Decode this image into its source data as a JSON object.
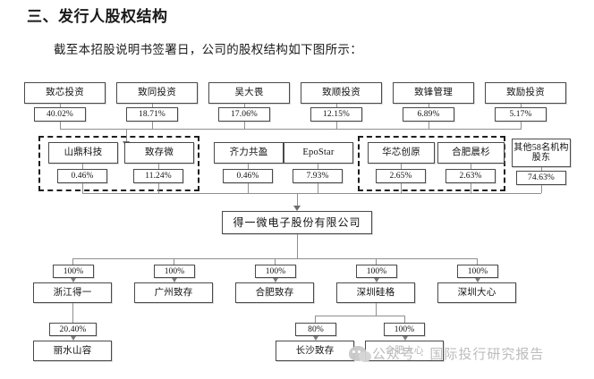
{
  "document": {
    "title": "三、发行人股权结构",
    "subtitle": "截至本招股说明书签署日，公司的股权结构如下图所示："
  },
  "chart": {
    "type": "org-ownership-diagram",
    "company": {
      "label": "得一微电子股份有限公司"
    },
    "top_shareholders": [
      {
        "name": "致芯投资",
        "pct": "40.02%"
      },
      {
        "name": "致同投资",
        "pct": "18.71%"
      },
      {
        "name": "吴大畏",
        "pct": "17.06%"
      },
      {
        "name": "致顺投资",
        "pct": "12.15%"
      },
      {
        "name": "致锋管理",
        "pct": "6.89%"
      },
      {
        "name": "致励投资",
        "pct": "5.17%"
      }
    ],
    "direct_shareholders": [
      {
        "name": "山鼎科技",
        "pct": "0.46%",
        "group": "employee-platform"
      },
      {
        "name": "致存微",
        "pct": "11.24%",
        "group": "employee-platform"
      },
      {
        "name": "齐力共盈",
        "pct": "0.46%",
        "group": "none"
      },
      {
        "name": "EpoStar",
        "pct": "7.93%",
        "group": "none"
      },
      {
        "name": "华芯创原",
        "pct": "2.65%",
        "group": "institutional"
      },
      {
        "name": "合肥晨杉",
        "pct": "2.63%",
        "group": "institutional"
      },
      {
        "name": "其他58名机构股东",
        "pct": "74.63%",
        "group": "none"
      }
    ],
    "subsidiaries": [
      {
        "name": "浙江得一",
        "pct": "100%"
      },
      {
        "name": "广州致存",
        "pct": "100%"
      },
      {
        "name": "合肥致存",
        "pct": "100%"
      },
      {
        "name": "深圳硅格",
        "pct": "100%"
      },
      {
        "name": "深圳大心",
        "pct": "100%"
      }
    ],
    "sub_subsidiaries": [
      {
        "name": "丽水山容",
        "pct": "20.40%",
        "parent": "浙江得一"
      },
      {
        "name": "长沙致存",
        "pct": "80%",
        "parent": "深圳硅格"
      },
      {
        "name": "合肥大心",
        "pct": "100%",
        "parent": "深圳硅格",
        "obscured": true
      }
    ]
  },
  "watermark": {
    "text": "公众号 · 国际投行研究报告",
    "icon": "wechat-icon"
  }
}
